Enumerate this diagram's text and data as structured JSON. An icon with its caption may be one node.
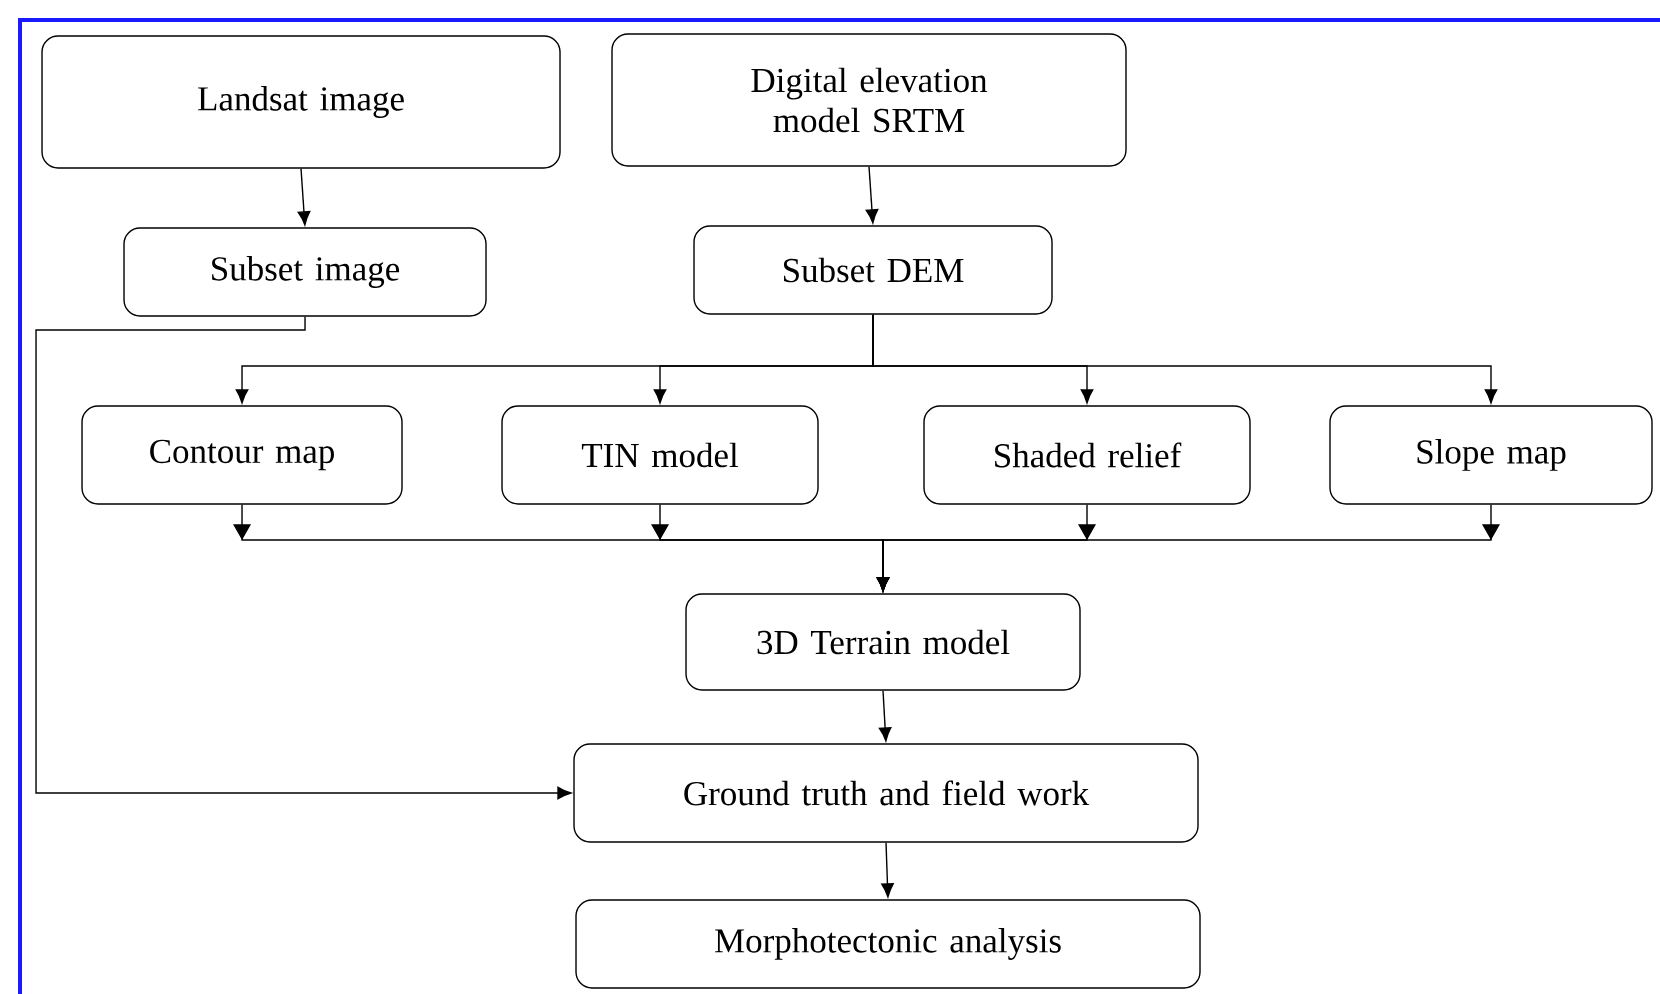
{
  "diagram": {
    "nodes": [
      {
        "text": [
          "Landsat image"
        ]
      },
      {
        "text": [
          "Digital elevation model SRTM"
        ]
      },
      {
        "text": [
          "Subset image"
        ]
      },
      {
        "text": [
          "Subset DEM"
        ]
      },
      {
        "text": [
          "Contour map"
        ]
      },
      {
        "text": [
          "TIN model"
        ]
      },
      {
        "text": [
          "Shaded relief"
        ]
      },
      {
        "text": [
          "Slope map"
        ]
      },
      {
        "text": [
          "3D Terrain model"
        ]
      },
      {
        "text": [
          "Ground truth and field work"
        ]
      },
      {
        "text": [
          "Morphotectonic analysis"
        ]
      }
    ],
    "edges": [
      {
        "from": 0,
        "to": 2,
        "arrow": "to"
      },
      {
        "from": 1,
        "to": 3,
        "arrow": "to"
      },
      {
        "from": 3,
        "to": 4,
        "arrow": "to"
      },
      {
        "from": 3,
        "to": 5,
        "arrow": "to"
      },
      {
        "from": 3,
        "to": 6,
        "arrow": "to"
      },
      {
        "from": 3,
        "to": 7,
        "arrow": "to"
      },
      {
        "from": 4,
        "to": 8,
        "arrow": "to"
      },
      {
        "from": 5,
        "to": 8,
        "arrow": "to"
      },
      {
        "from": 6,
        "to": 8,
        "arrow": "to"
      },
      {
        "from": 7,
        "to": 8,
        "arrow": "to"
      },
      {
        "from": 2,
        "to": 9,
        "arrow": "to"
      },
      {
        "from": 8,
        "to": 9,
        "arrow": "to"
      },
      {
        "from": 9,
        "to": 10,
        "arrow": "to"
      }
    ]
  }
}
